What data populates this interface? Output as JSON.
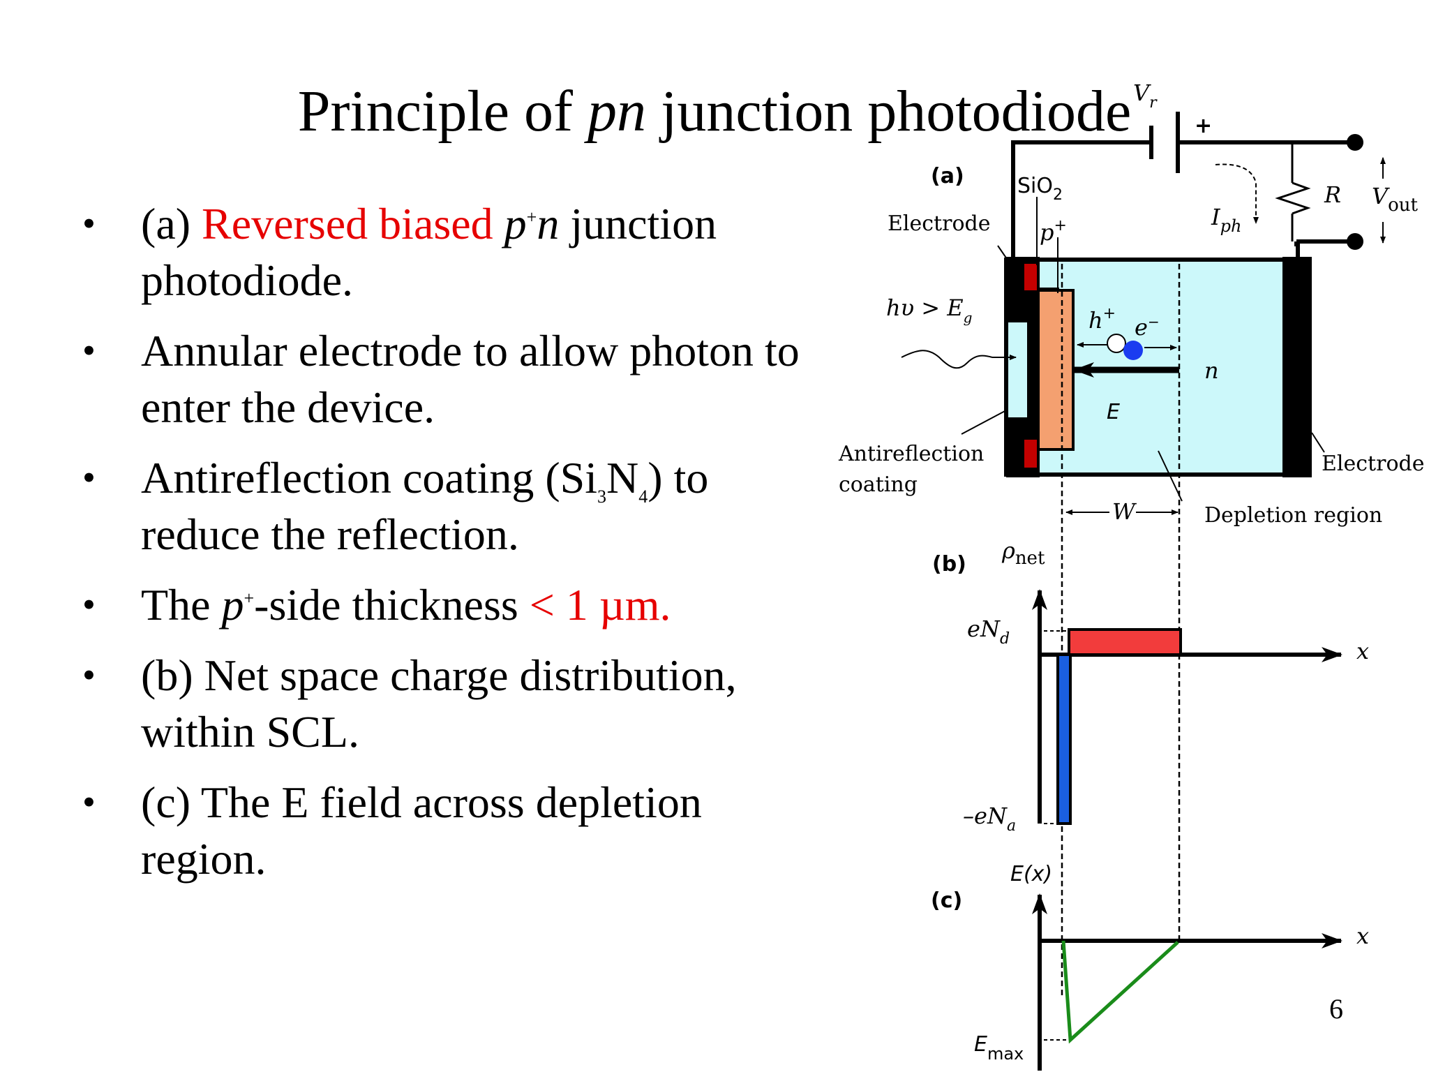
{
  "title": {
    "before": "Principle of ",
    "italic": "pn",
    "after": " junction photodiode"
  },
  "bullets": [
    {
      "a": "(a) ",
      "red": "Reversed biased ",
      "b_it": "p",
      "b_sup": "+",
      "b_it2": "n",
      "c": " junction photodiode."
    },
    {
      "a": "Annular electrode to allow photon to enter the device."
    },
    {
      "a": "Antireflection coating (Si",
      "sub1": "3",
      "mid": "N",
      "sub2": "4",
      "end": ") to reduce the reflection."
    },
    {
      "a": "The ",
      "it": "p",
      "sup": "+",
      "mid": "-side thickness ",
      "red": "< 1 µm."
    },
    {
      "a": "(b) Net space charge distribution, within SCL."
    },
    {
      "a": "(c) The E field across depletion region."
    }
  ],
  "page_number": "6",
  "diagram": {
    "panel_a": "(a)",
    "panel_b": "(b)",
    "panel_c": "(c)",
    "sio2": "SiO",
    "sio2_sub": "2",
    "electrode_left": "Electrode",
    "electrode_right": "Electrode",
    "p_plus": "p",
    "p_plus_sup": "+",
    "photon": "hυ > E",
    "photon_sub": "g",
    "hole": "h",
    "hole_sup": "+",
    "electron": "e",
    "electron_sup": "−",
    "n_region": "n",
    "field_E": "E",
    "antireflection_1": "Antireflection",
    "antireflection_2": "coating",
    "width_W": "W",
    "depletion_region": "Depletion region",
    "vr": "V",
    "vr_sub": "r",
    "plus_sign": "+",
    "iph": "I",
    "iph_sub": "ph",
    "resistor": "R",
    "vout": "V",
    "vout_sub": "out",
    "rho": "ρ",
    "rho_sub": "net",
    "eNd": "eN",
    "eNd_sub": "d",
    "eNa": "–eN",
    "eNa_sub": "a",
    "x_axis_b": "x",
    "Ex": "E(x)",
    "x_axis_c": "x",
    "Emax": "E",
    "Emax_sub": "max",
    "colors": {
      "n_region": "#ccf8fa",
      "p_region": "#f4a070",
      "contact": "#c40000",
      "positive_charge": "#f23c3c",
      "negative_charge": "#1a5fe0",
      "electron": "#1a3cf0",
      "field_curve": "#1a8c1a"
    }
  }
}
